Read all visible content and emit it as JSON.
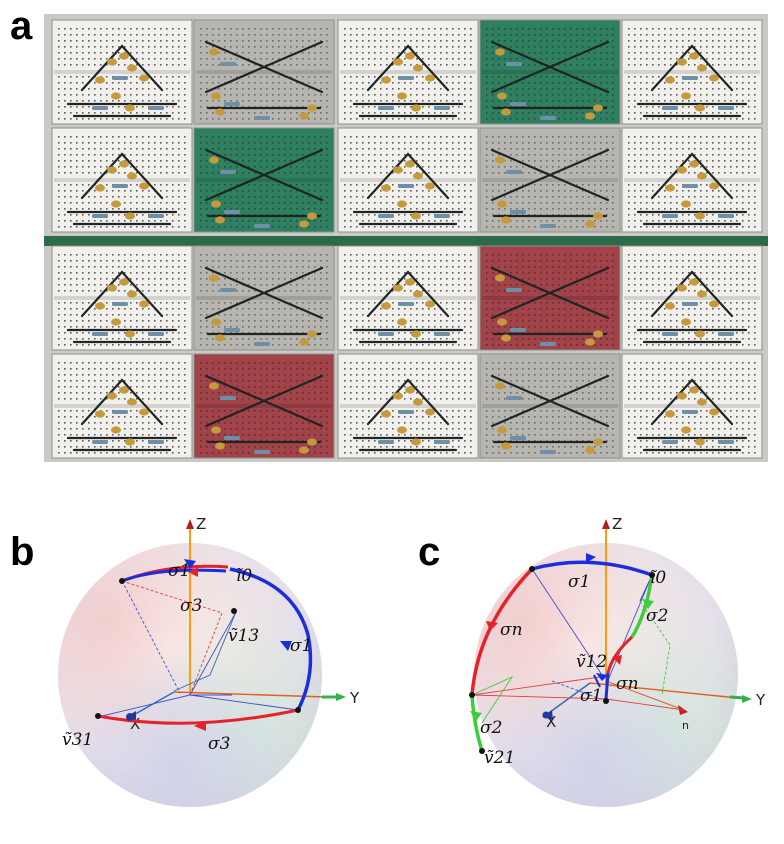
{
  "panel_labels": {
    "a": "a",
    "b": "b",
    "c": "c"
  },
  "colors": {
    "board_white": "#f1f0ec",
    "board_gray": "#b7b5b0",
    "board_green": "#2f8060",
    "board_red": "#a2434a",
    "wire": "#1f2424",
    "capacitor": "#c49a3c",
    "resistor": "#6f8fa6",
    "path_red": "#e8202a",
    "path_blue": "#1a2ee0",
    "path_green": "#3ccc3c",
    "axis_z": "#ff8a00",
    "axis_y": "#e06020",
    "axis_x": "#2a6cc0"
  },
  "breadboard_grid": [
    [
      "white",
      "gray",
      "white",
      "green",
      "white"
    ],
    [
      "white",
      "green",
      "white",
      "gray",
      "white"
    ],
    [
      "white",
      "gray",
      "white",
      "red",
      "white"
    ],
    [
      "white",
      "red",
      "white",
      "gray",
      "white"
    ]
  ],
  "sphere_b": {
    "axes": {
      "z": "Z",
      "y": "Y",
      "x": "X"
    },
    "labels": {
      "sigma1_top": "σ1",
      "sigma3_top": "σ3",
      "i0": "ĩ0",
      "v13": "ṽ13",
      "sigma1_right": "σ1",
      "v31": "ṽ31",
      "sigma3_bottom": "σ3"
    }
  },
  "sphere_c": {
    "axes": {
      "z": "Z",
      "y": "Y",
      "x": "X",
      "n": "n"
    },
    "labels": {
      "sigma1_top": "σ1",
      "i0": "ĩ0",
      "sigma2_right": "σ2",
      "sigman_left": "σn",
      "v12": "ṽ12",
      "sigman_center": "σn",
      "sigma1_center": "σ1",
      "sigma2_left": "σ2",
      "v21": "ṽ21"
    }
  }
}
